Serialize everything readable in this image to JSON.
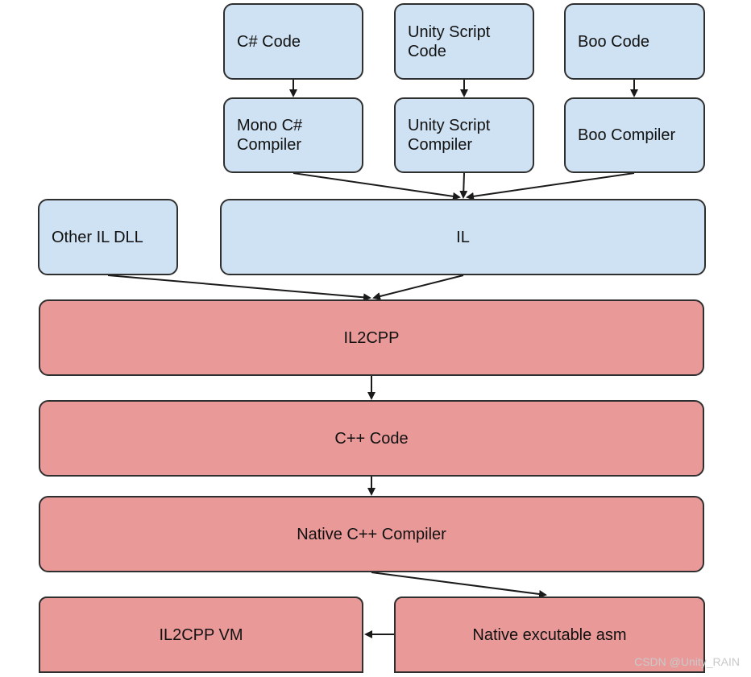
{
  "diagram": {
    "nodes": {
      "csharp_code": "C# Code",
      "unity_script_code": "Unity Script\nCode",
      "boo_code": "Boo Code",
      "mono_csharp_compiler": "Mono C#\nCompiler",
      "unity_script_compiler": "Unity Script\nCompiler",
      "boo_compiler": "Boo Compiler",
      "other_il_dll": "Other IL DLL",
      "il": "IL",
      "il2cpp": "IL2CPP",
      "cpp_code": "C++ Code",
      "native_cpp_compiler": "Native C++ Compiler",
      "il2cpp_vm": "IL2CPP VM",
      "native_executable_asm": "Native excutable asm"
    },
    "colors": {
      "source_box": "#cfe2f3",
      "il2cpp_box": "#ea9999",
      "border": "#2f2f2f",
      "arrow": "#1a1a1a"
    }
  },
  "watermark": "CSDN @Unity_RAIN"
}
